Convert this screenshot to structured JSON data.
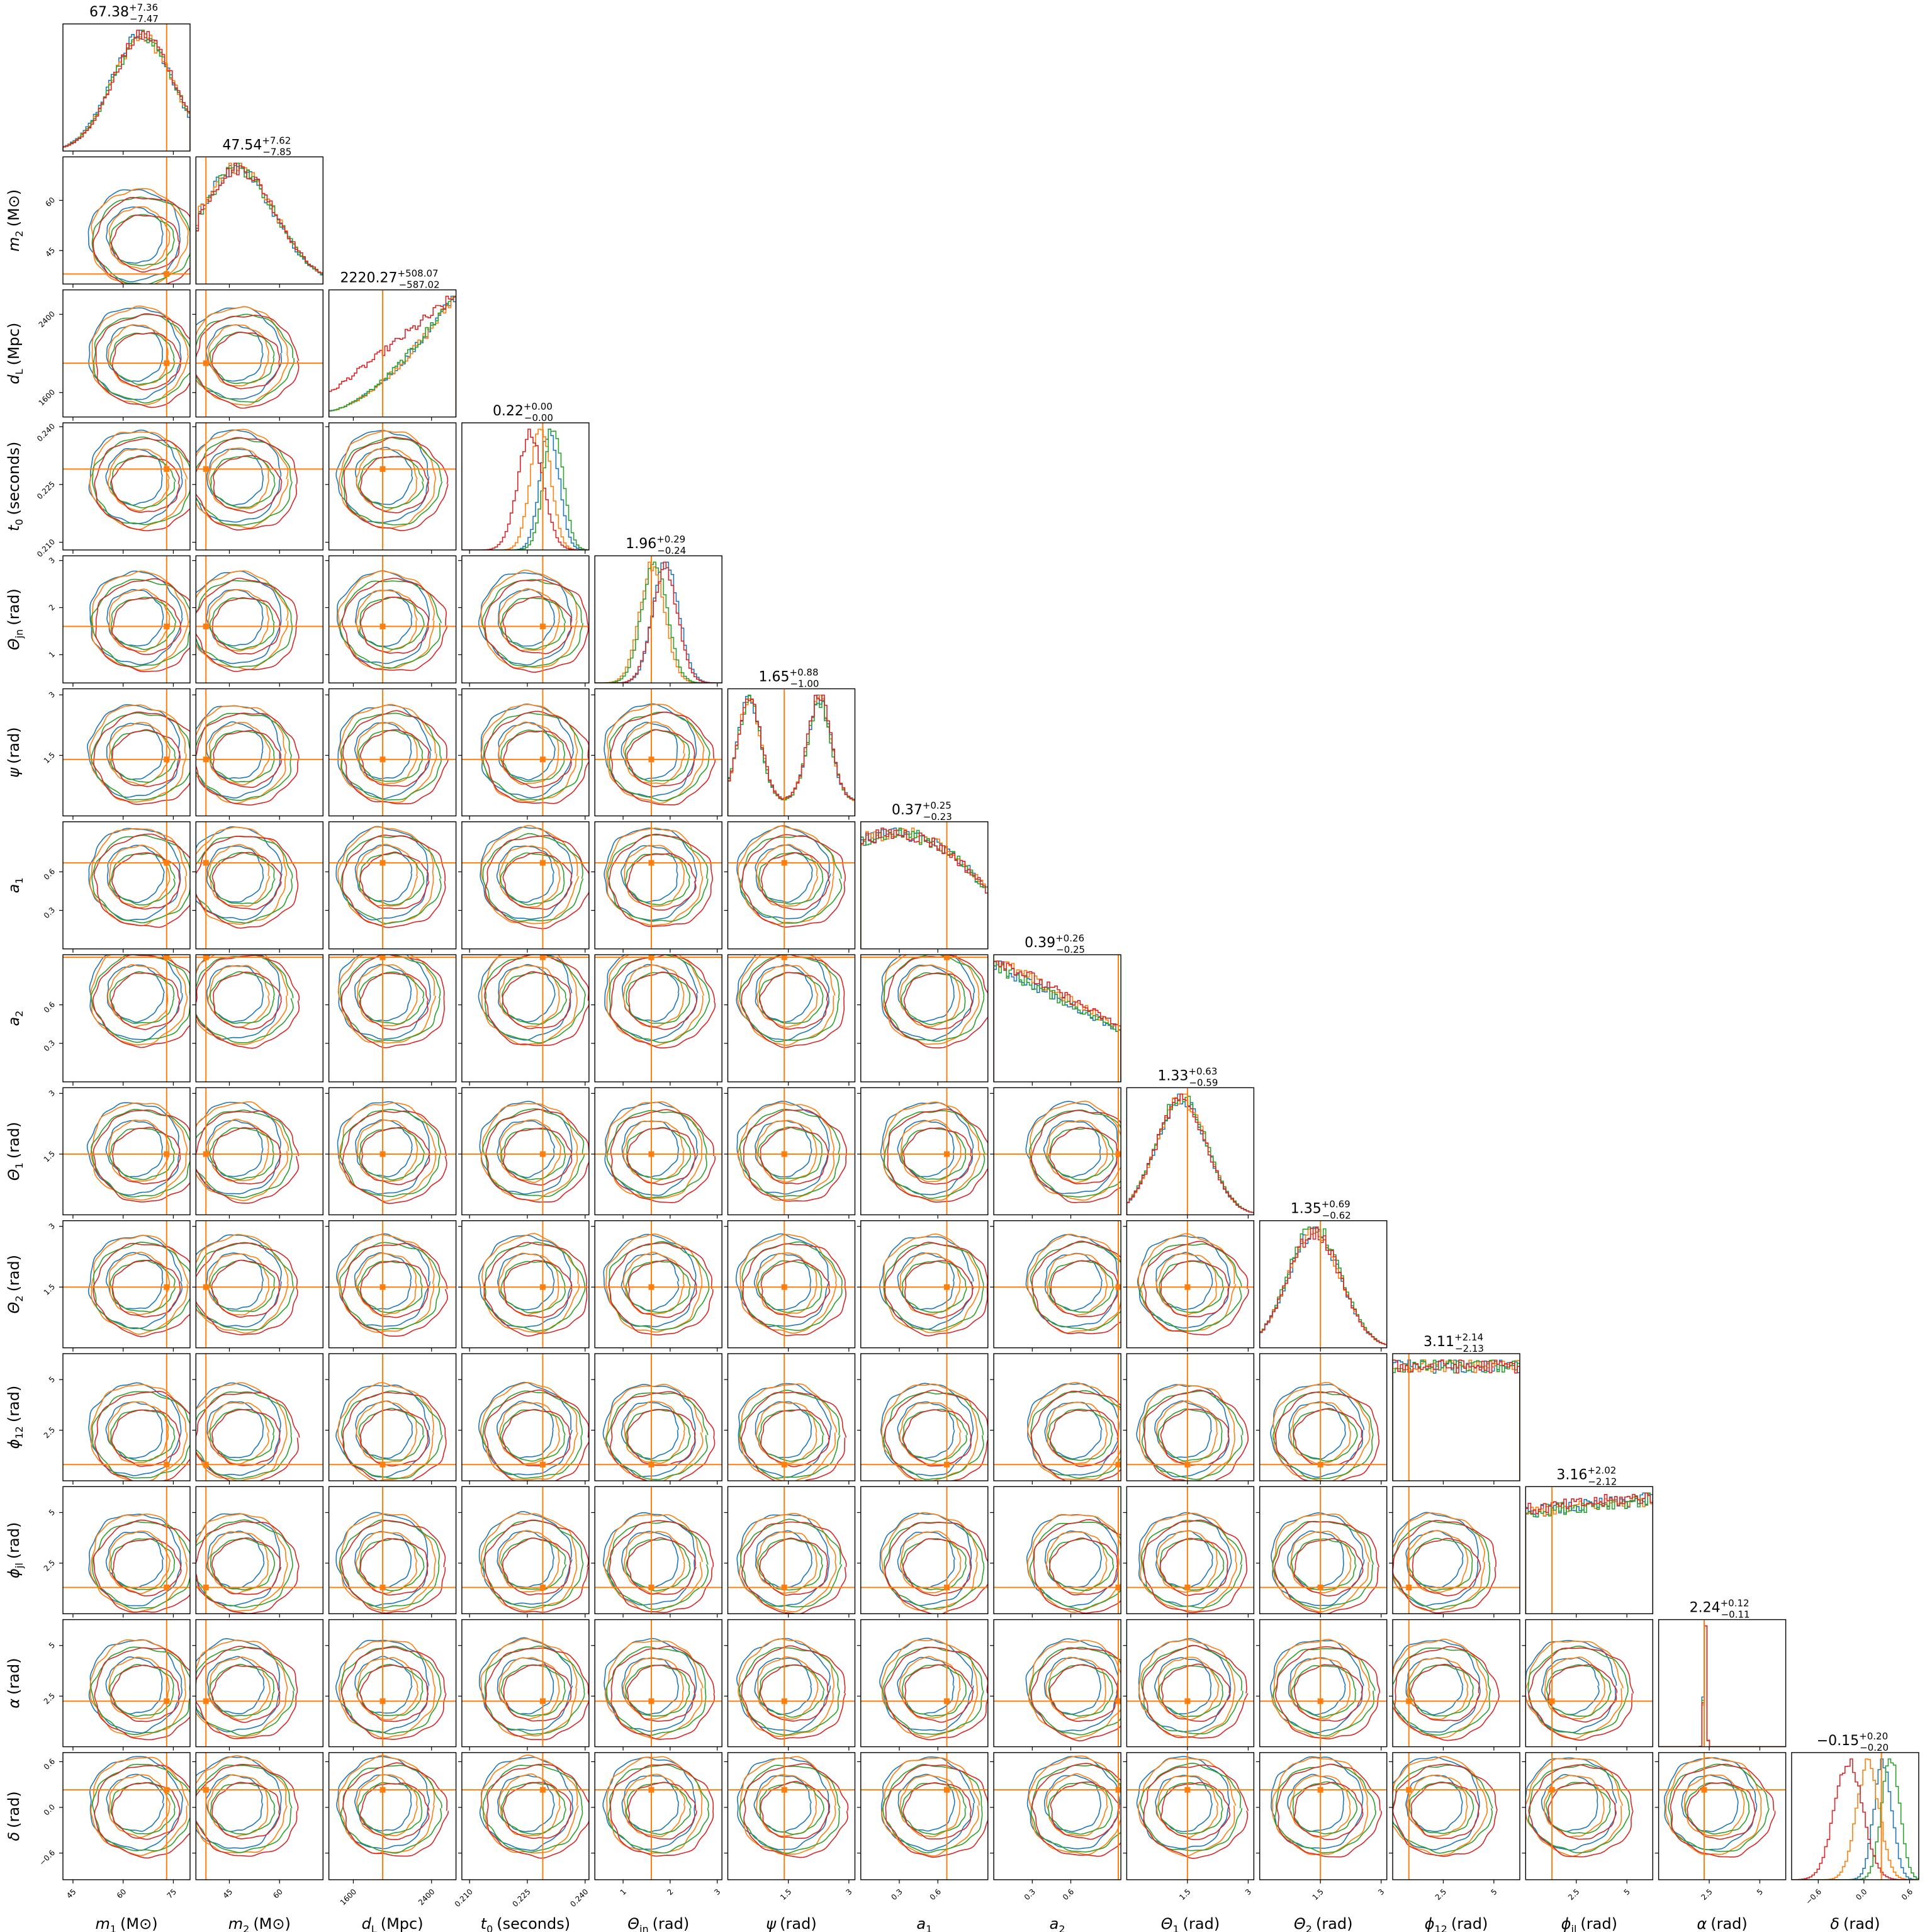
{
  "chart_data": {
    "type": "corner",
    "title": "",
    "series_colors": [
      "#1f77b4",
      "#ff7f0e",
      "#2ca02c",
      "#d62728"
    ],
    "truth_color": "#ff7f0e",
    "parameters": [
      {
        "key": "m1",
        "label": "m1 (M⊙)",
        "sym": "m",
        "sub": "1",
        "unit": "(M⊙)",
        "range": [
          42,
          80
        ],
        "ticks": [
          45,
          60,
          75
        ],
        "truth": 73,
        "summary": {
          "median": "67.38",
          "plus": "+7.36",
          "minus": "−7.47"
        }
      },
      {
        "key": "m2",
        "label": "m2 (M⊙)",
        "sym": "m",
        "sub": "2",
        "unit": "(M⊙)",
        "range": [
          35,
          73
        ],
        "ticks": [
          45,
          60
        ],
        "truth": 38,
        "summary": {
          "median": "47.54",
          "plus": "+7.62",
          "minus": "−7.85"
        }
      },
      {
        "key": "dL",
        "label": "dL (Mpc)",
        "sym": "d",
        "sub": "L",
        "unit": "(Mpc)",
        "range": [
          1350,
          2650
        ],
        "ticks": [
          1600,
          2400
        ],
        "truth": 1900,
        "summary": {
          "median": "2220.27",
          "plus": "+508.07",
          "minus": "−587.02"
        }
      },
      {
        "key": "t0",
        "label": "t0 (seconds)",
        "sym": "t",
        "sub": "0",
        "unit": "(seconds)",
        "range": [
          0.208,
          0.241
        ],
        "ticks": [
          0.21,
          0.225,
          0.24
        ],
        "tick_labels": [
          "0.210",
          "0.225",
          "0.240"
        ],
        "truth": 0.229,
        "summary": {
          "median": "0.22",
          "plus": "+0.00",
          "minus": "−0.00"
        }
      },
      {
        "key": "thetajn",
        "label": "Θjn (rad)",
        "sym": "Θ",
        "sub": "jn",
        "unit": "(rad)",
        "range": [
          0.4,
          3.1
        ],
        "ticks": [
          1,
          2,
          3
        ],
        "truth": 1.6,
        "summary": {
          "median": "1.96",
          "plus": "+0.29",
          "minus": "−0.24"
        }
      },
      {
        "key": "psi",
        "label": "ψ (rad)",
        "sym": "ψ",
        "sub": "",
        "unit": "(rad)",
        "range": [
          0,
          3.15
        ],
        "ticks": [
          1.5,
          3.0
        ],
        "truth": 1.4,
        "summary": {
          "median": "1.65",
          "plus": "+0.88",
          "minus": "−1.00"
        }
      },
      {
        "key": "a1",
        "label": "a1",
        "sym": "a",
        "sub": "1",
        "unit": "",
        "range": [
          0,
          0.99
        ],
        "ticks": [
          0.3,
          0.6
        ],
        "truth": 0.67,
        "summary": {
          "median": "0.37",
          "plus": "+0.25",
          "minus": "−0.23"
        }
      },
      {
        "key": "a2",
        "label": "a2",
        "sym": "a",
        "sub": "2",
        "unit": "",
        "range": [
          0,
          0.99
        ],
        "ticks": [
          0.3,
          0.6
        ],
        "truth": 0.97,
        "summary": {
          "median": "0.39",
          "plus": "+0.26",
          "minus": "−0.25"
        }
      },
      {
        "key": "theta1",
        "label": "Θ1 (rad)",
        "sym": "Θ",
        "sub": "1",
        "unit": "(rad)",
        "range": [
          0,
          3.14
        ],
        "ticks": [
          1.5,
          3.0
        ],
        "truth": 1.5,
        "summary": {
          "median": "1.33",
          "plus": "+0.63",
          "minus": "−0.59"
        }
      },
      {
        "key": "theta2",
        "label": "Θ2 (rad)",
        "sym": "Θ",
        "sub": "2",
        "unit": "(rad)",
        "range": [
          0,
          3.14
        ],
        "ticks": [
          1.5,
          3.0
        ],
        "truth": 1.5,
        "summary": {
          "median": "1.35",
          "plus": "+0.69",
          "minus": "−0.62"
        }
      },
      {
        "key": "phi12",
        "label": "ϕ12 (rad)",
        "sym": "ϕ",
        "sub": "12",
        "unit": "(rad)",
        "range": [
          0,
          6.28
        ],
        "ticks": [
          2.5,
          5.0
        ],
        "truth": 0.8,
        "summary": {
          "median": "3.11",
          "plus": "+2.14",
          "minus": "−2.13"
        }
      },
      {
        "key": "phijl",
        "label": "ϕjl (rad)",
        "sym": "ϕ",
        "sub": "jl",
        "unit": "(rad)",
        "range": [
          0,
          6.28
        ],
        "ticks": [
          2.5,
          5.0
        ],
        "truth": 1.3,
        "summary": {
          "median": "3.16",
          "plus": "+2.02",
          "minus": "−2.12"
        }
      },
      {
        "key": "alpha",
        "label": "α (rad)",
        "sym": "α",
        "sub": "",
        "unit": "(rad)",
        "range": [
          0,
          6.28
        ],
        "ticks": [
          2.5,
          5.0
        ],
        "truth": 2.25,
        "summary": {
          "median": "2.24",
          "plus": "+0.12",
          "minus": "−0.11"
        }
      },
      {
        "key": "delta",
        "label": "δ (rad)",
        "sym": "δ",
        "sub": "",
        "unit": "(rad)",
        "range": [
          -0.95,
          0.72
        ],
        "ticks": [
          -0.6,
          0.0,
          0.6
        ],
        "tick_labels": [
          "−0.6",
          "0.0",
          "0.6"
        ],
        "truth": 0.23,
        "summary": {
          "median": "−0.15",
          "plus": "+0.20",
          "minus": "−0.20"
        }
      }
    ]
  }
}
